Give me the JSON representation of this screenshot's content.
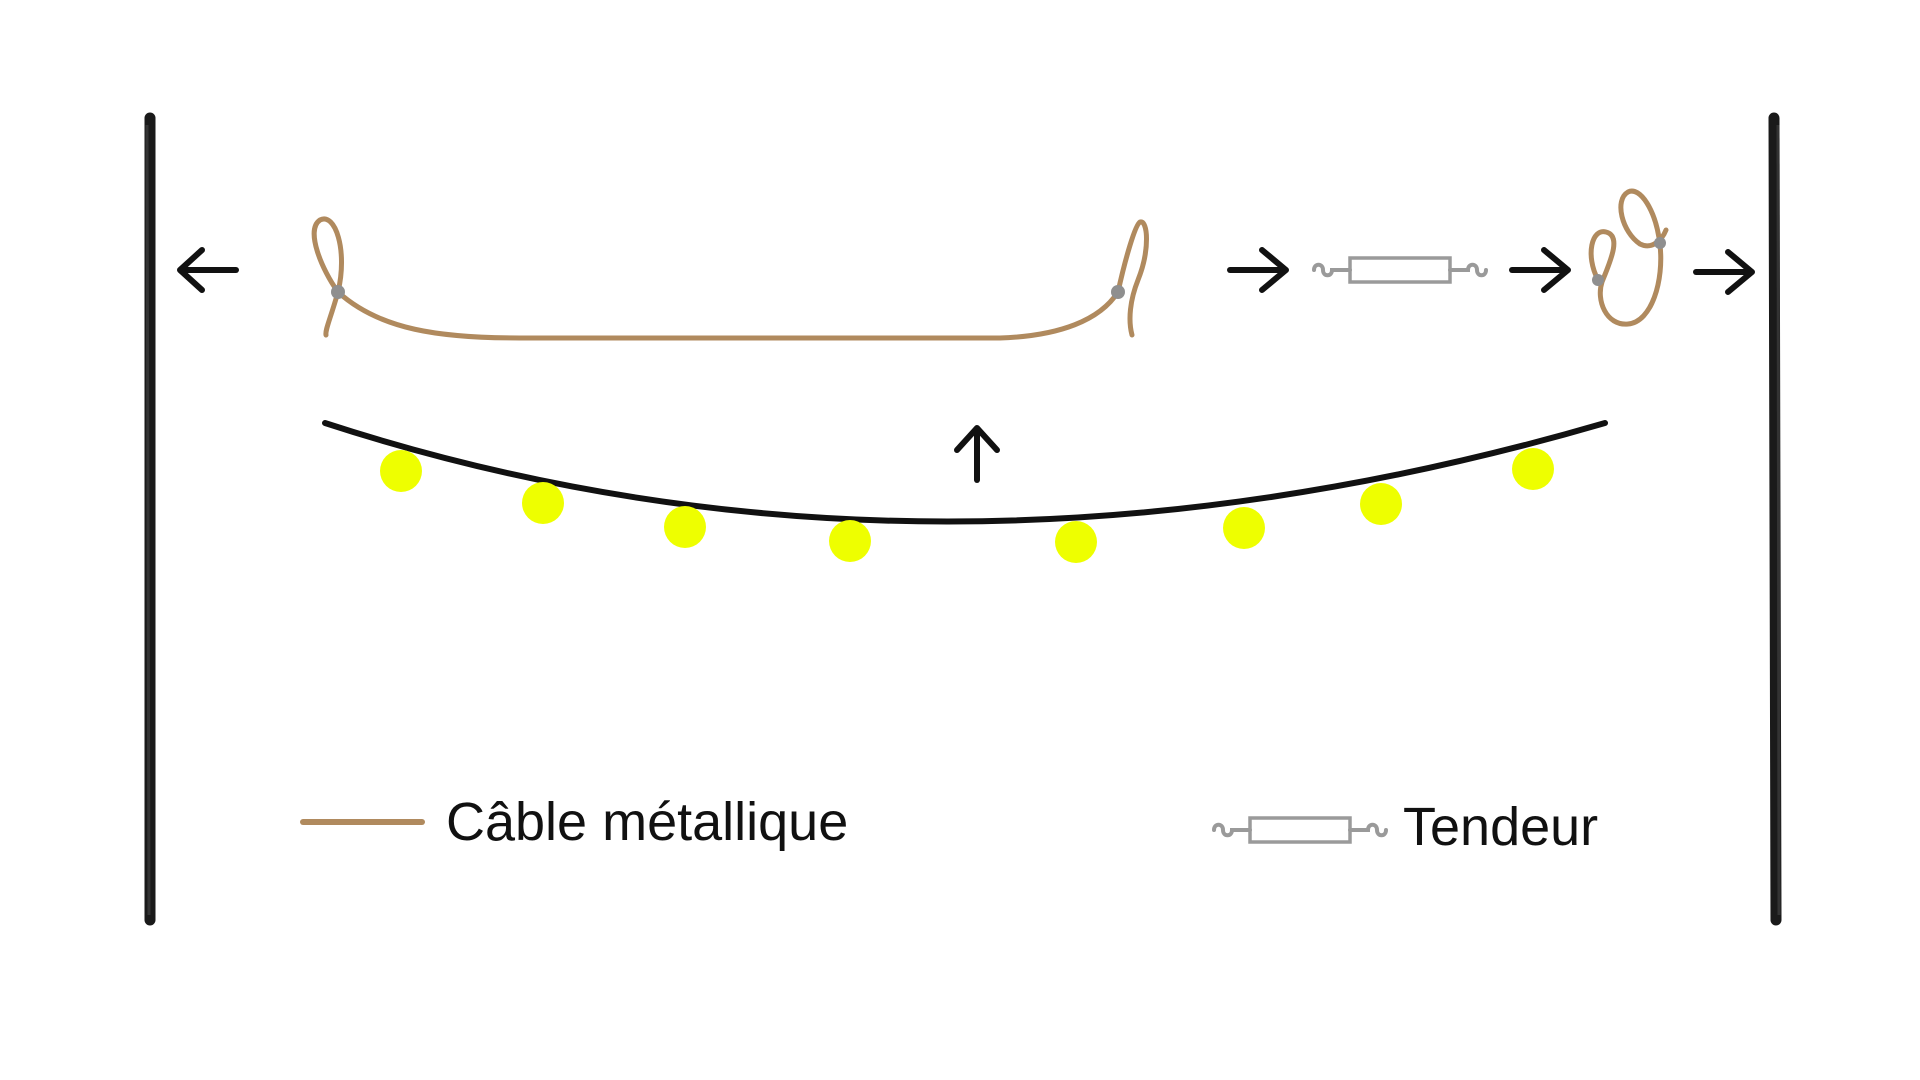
{
  "legend": {
    "cable_label": "Câble métallique",
    "tensioner_label": "Tendeur"
  },
  "colors": {
    "post": "#1a1a1a",
    "cable": "#b08a5e",
    "clamp": "#8f8f8f",
    "tensioner": "#9a9a9a",
    "string_wire": "#111111",
    "bulb": "#eeff00",
    "arrow": "#111111",
    "background": "#ffffff"
  },
  "bulb_count": 8,
  "icons": {
    "arrow_left": "arrow-left-icon",
    "arrow_right": "arrow-right-icon",
    "arrow_up": "arrow-up-icon",
    "loop": "cable-loop-icon",
    "clamp": "cable-clamp-icon",
    "tensioner": "tensioner-icon"
  }
}
